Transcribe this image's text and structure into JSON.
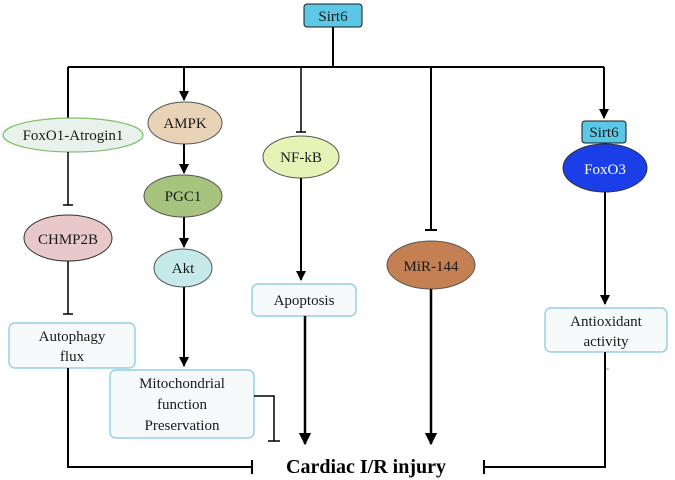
{
  "diagram": {
    "top_node": "Sirt6",
    "nodes": {
      "foxo1_atrogin1": "FoxO1-Atrogin1",
      "chmp2b": "CHMP2B",
      "autophagy_line1": "Autophagy",
      "autophagy_line2": "flux",
      "ampk": "AMPK",
      "pgc1": "PGC1",
      "akt": "Akt",
      "mito_line1": "Mitochondrial",
      "mito_line2": "function",
      "mito_line3": "Preservation",
      "nfkb": "NF-kB",
      "apoptosis": "Apoptosis",
      "mir144": "MiR-144",
      "sirt6_small": "Sirt6",
      "foxo3": "FoxO3",
      "antiox_line1": "Antioxidant",
      "antiox_line2": "activity"
    },
    "outcome": "Cardiac I/R injury"
  },
  "colors": {
    "sirt6_fill": "#5bc8e8",
    "foxo1_fill": "#e8f1ec",
    "foxo1_border": "#7fbf6a",
    "chmp2b_fill": "#e8c8c8",
    "ampk_fill": "#e9d3b6",
    "pgc1_fill": "#a6c47e",
    "akt_fill": "#c6eaea",
    "nfkb_fill": "#e6f3b6",
    "mir144_fill": "#c47f52",
    "foxo3_fill": "#1a3ee8",
    "box_border": "#7fc6e0",
    "box_fill": "#f7fafa"
  }
}
